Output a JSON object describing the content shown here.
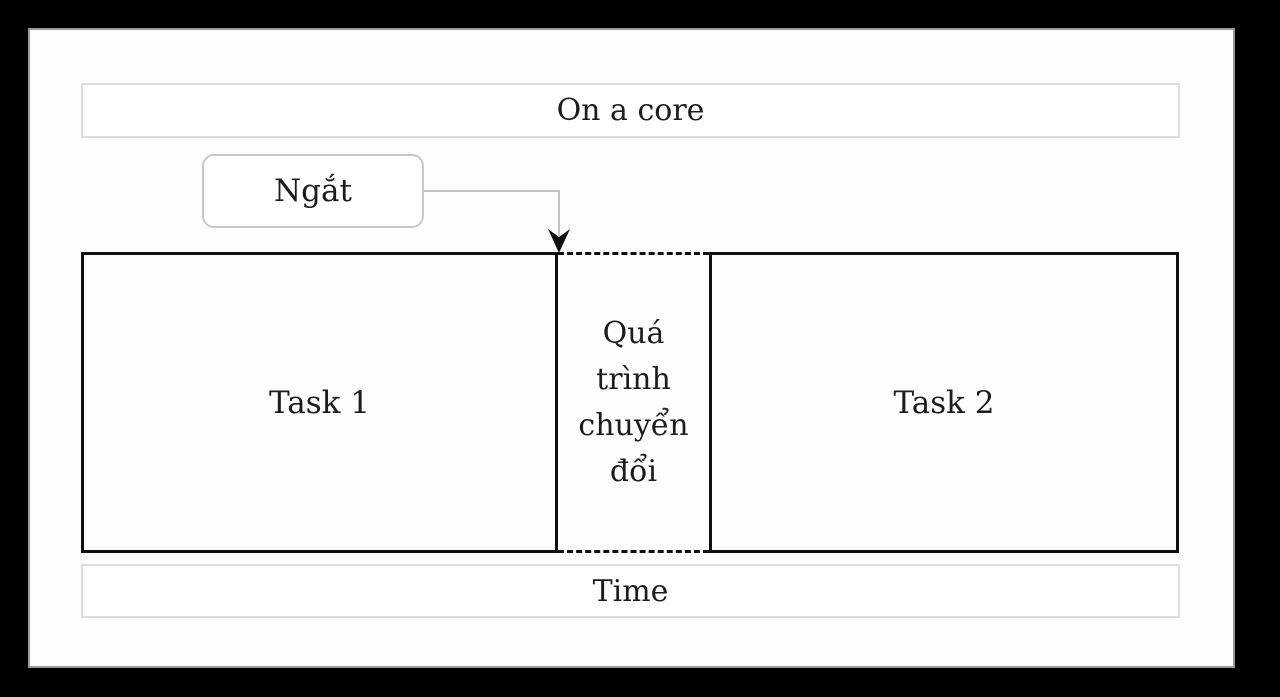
{
  "top_bar": {
    "label": "On a core"
  },
  "interrupt_box": {
    "label": "Ngắt"
  },
  "timeline": {
    "task1": {
      "label": "Task 1"
    },
    "transition": {
      "label": "Quá trình chuyển đổi",
      "lines": [
        "Quá",
        "trình",
        "chuyển",
        "đổi"
      ]
    },
    "task2": {
      "label": "Task 2"
    }
  },
  "bottom_bar": {
    "label": "Time"
  },
  "colors": {
    "frame_background": "#000000",
    "canvas_background": "#fdfdfd",
    "canvas_border": "#9b9b9b",
    "light_bar_border": "#dedede",
    "callout_border": "#c7c7c7",
    "connector": "#c3c3c3",
    "task_border": "#0f0f0f",
    "text": "#1c1c1c"
  }
}
